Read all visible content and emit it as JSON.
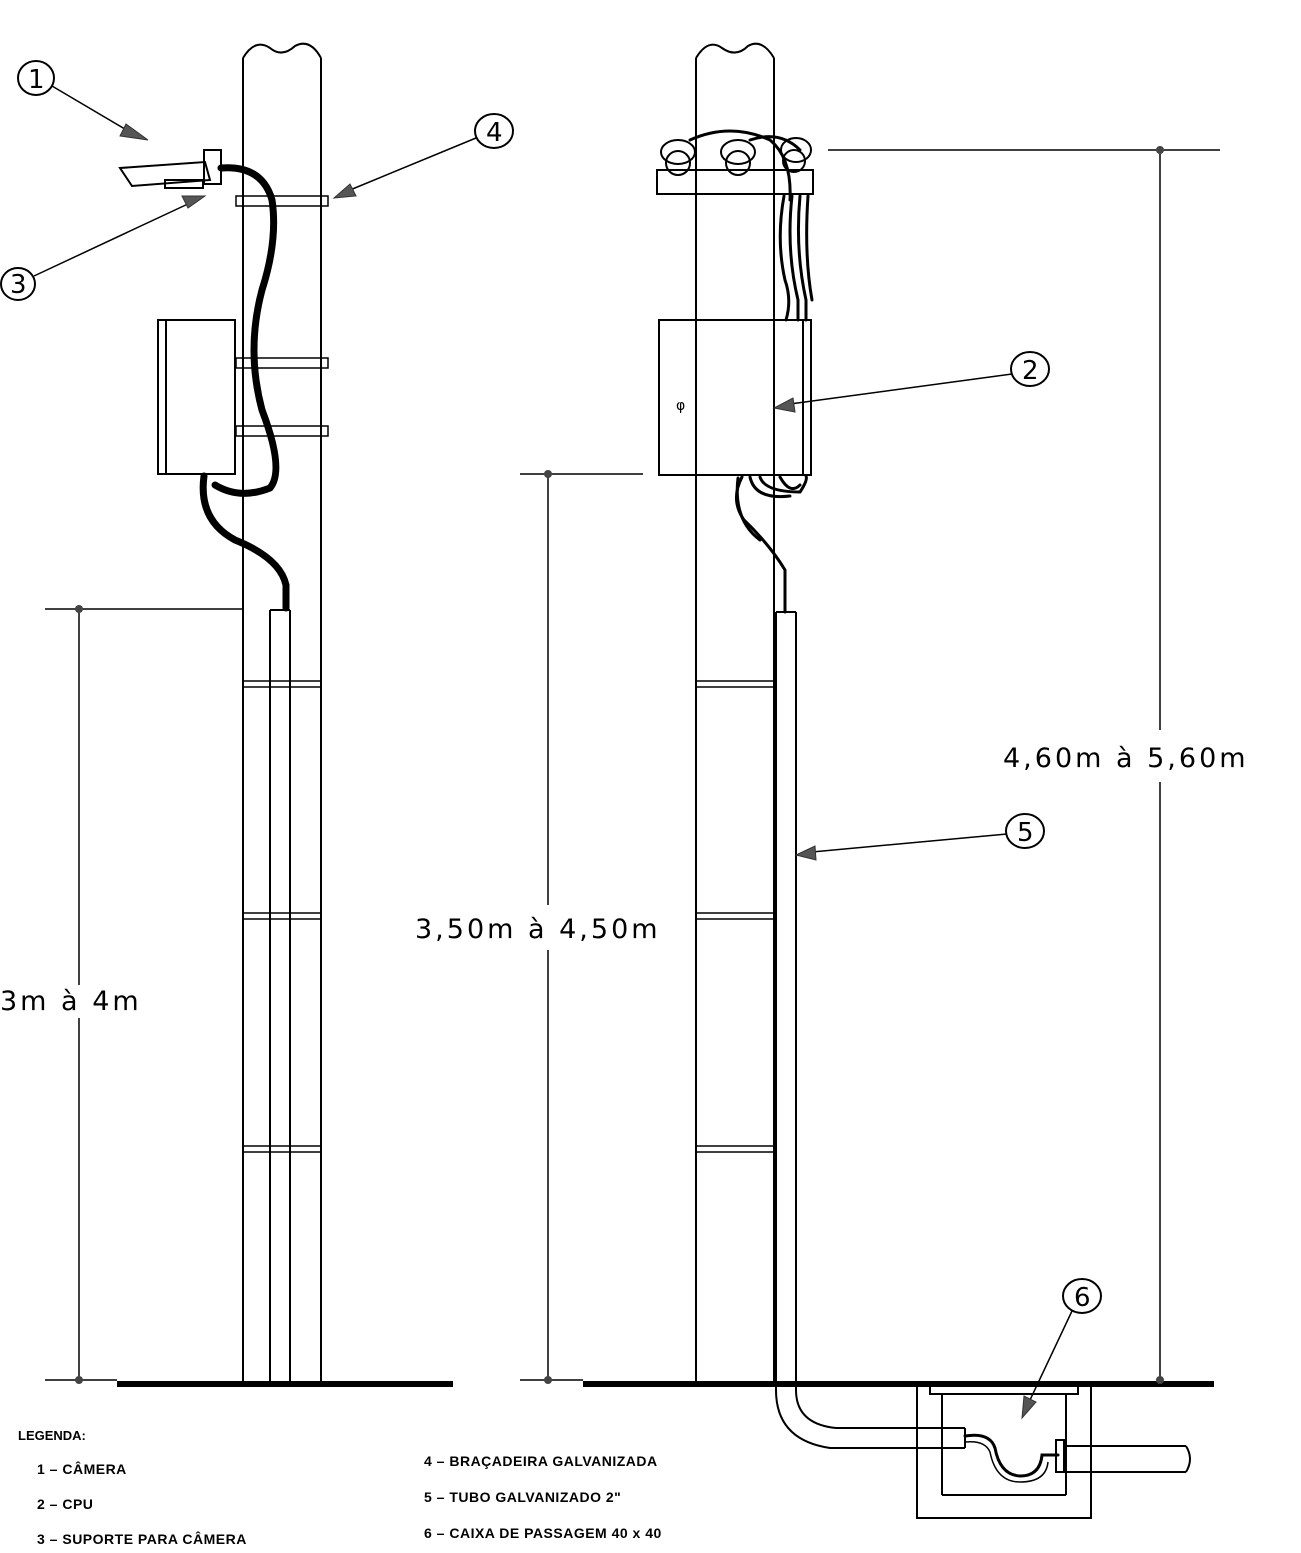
{
  "callouts": {
    "c1": "1",
    "c2": "2",
    "c3": "3",
    "c4": "4",
    "c5": "5",
    "c6": "6"
  },
  "dimensions": {
    "left_height": "3m à 4m",
    "middle_height": "3,50m à 4,50m",
    "right_height": "4,60m à 5,60m"
  },
  "legend": {
    "title": "LEGENDA:",
    "items": [
      "1 – CÂMERA",
      "2 – CPU",
      "3 – SUPORTE PARA CÂMERA",
      "4 – BRAÇADEIRA GALVANIZADA",
      "5 – TUBO GALVANIZADO 2\"",
      "6 – CAIXA DE PASSAGEM 40 x 40"
    ]
  }
}
